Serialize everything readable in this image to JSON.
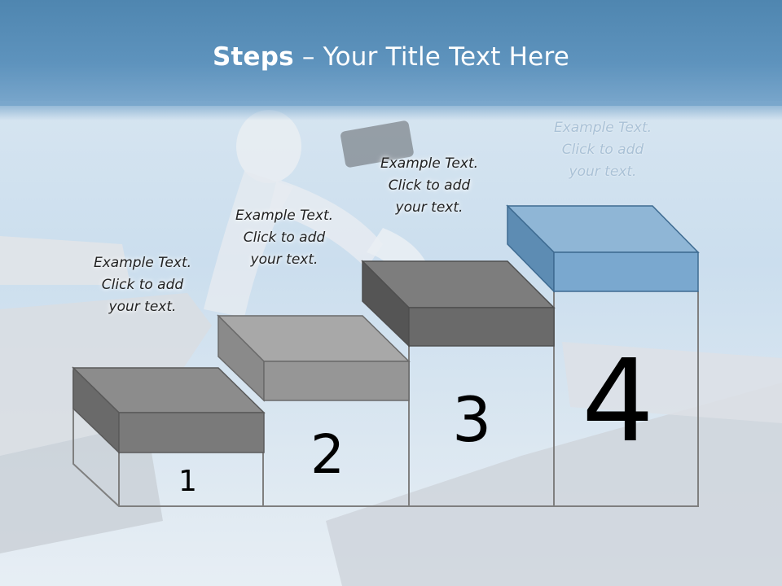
{
  "slide": {
    "title_bold": "Steps",
    "title_rest": " – Your Title Text Here"
  },
  "steps": [
    {
      "number": "1",
      "text_lines": [
        "Example Text.",
        "Click  to add",
        "your text."
      ],
      "top_color": "#8c8c8c",
      "front_color": "#7a7a7a",
      "side_color": "#6a6a6a"
    },
    {
      "number": "2",
      "text_lines": [
        "Example Text.",
        "Click  to add",
        "your text."
      ],
      "top_color": "#a8a8a8",
      "front_color": "#969696",
      "side_color": "#8a8a8a"
    },
    {
      "number": "3",
      "text_lines": [
        "Example Text.",
        "Click  to add",
        "your text."
      ],
      "top_color": "#7d7d7d",
      "front_color": "#6a6a6a",
      "side_color": "#555555"
    },
    {
      "number": "4",
      "text_lines": [
        "Example Text.",
        "Click  to add",
        "your text."
      ],
      "top_color": "#8fb6d6",
      "front_color": "#7aa8cf",
      "side_color": "#5d8cb3"
    }
  ]
}
